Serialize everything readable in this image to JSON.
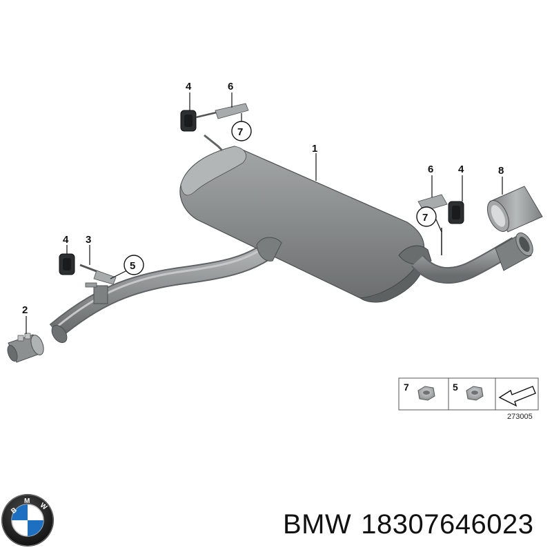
{
  "callouts": {
    "c1": "1",
    "c2": "2",
    "c3": "3",
    "c4a": "4",
    "c4b": "4",
    "c4c": "4",
    "c5": "5",
    "c6a": "6",
    "c6b": "6",
    "c7a": "7",
    "c7b": "7",
    "c8": "8"
  },
  "legend": {
    "item_a_num": "7",
    "item_b_num": "5"
  },
  "diagram_code": "273005",
  "brand": {
    "logo_letters": "BMW",
    "name": "BMW",
    "part_number": "18307646023"
  },
  "colors": {
    "part_gray": "#8a8d8e",
    "part_dark": "#5f6264",
    "part_light": "#b9bcbd"
  }
}
